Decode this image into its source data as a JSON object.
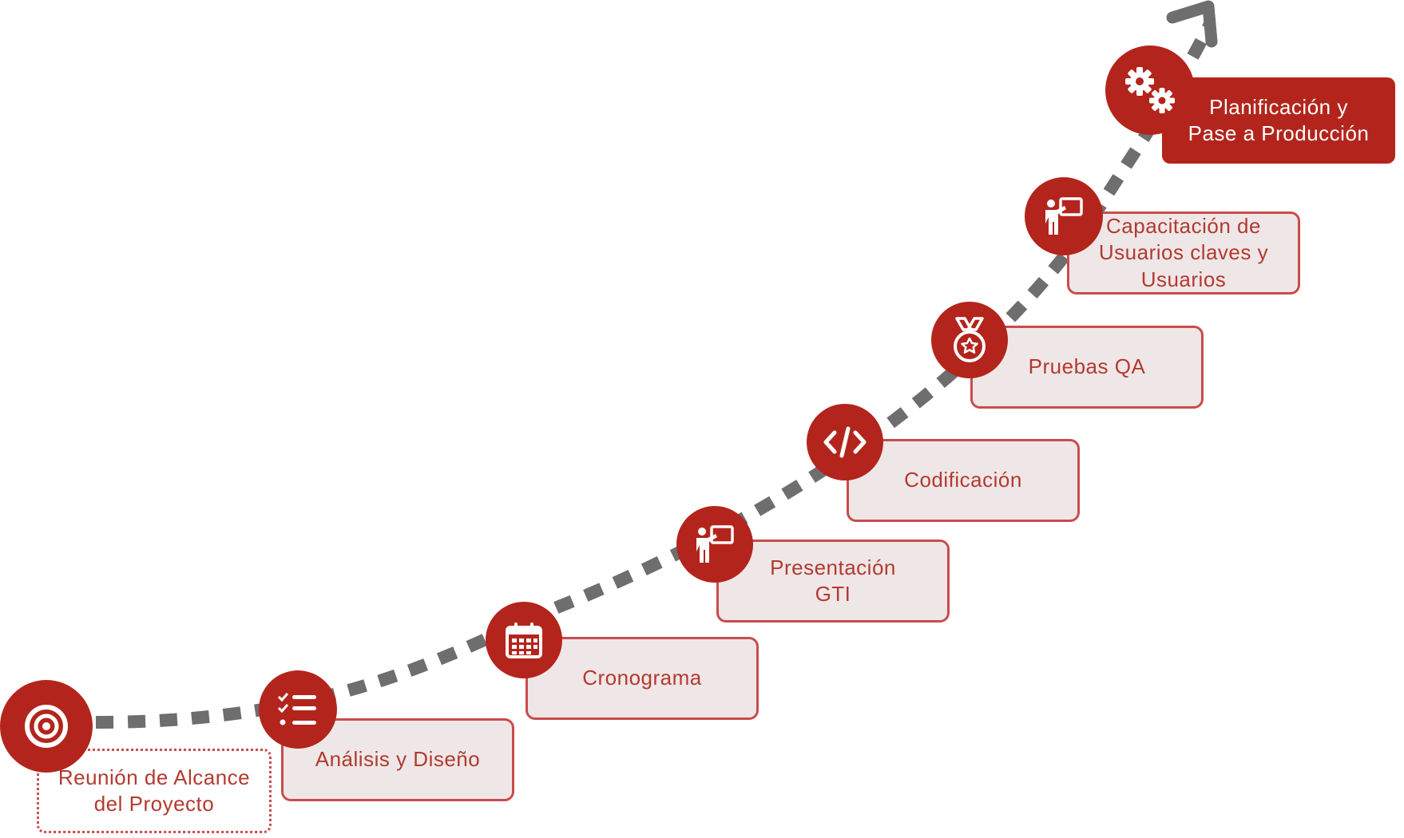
{
  "colors": {
    "accent": "#b3251c",
    "box_fill": "#efe7e7",
    "box_border": "#c94c4c",
    "text": "#b23a30",
    "path": "#6e6e6e"
  },
  "steps": [
    {
      "icon": "target-icon",
      "lines": [
        "Reunión de Alcance",
        "del Proyecto"
      ]
    },
    {
      "icon": "checklist-icon",
      "lines": [
        "Análisis y Diseño"
      ]
    },
    {
      "icon": "calendar-icon",
      "lines": [
        "Cronograma"
      ]
    },
    {
      "icon": "presenter-icon",
      "lines": [
        "Presentación",
        "GTI"
      ]
    },
    {
      "icon": "code-icon",
      "lines": [
        "Codificación"
      ]
    },
    {
      "icon": "medal-icon",
      "lines": [
        "Pruebas QA"
      ]
    },
    {
      "icon": "presenter-icon",
      "lines": [
        "Capacitación de",
        "Usuarios claves y",
        "Usuarios"
      ]
    },
    {
      "icon": "gears-icon",
      "lines": [
        "Planificación y",
        "Pase a Producción"
      ]
    }
  ]
}
